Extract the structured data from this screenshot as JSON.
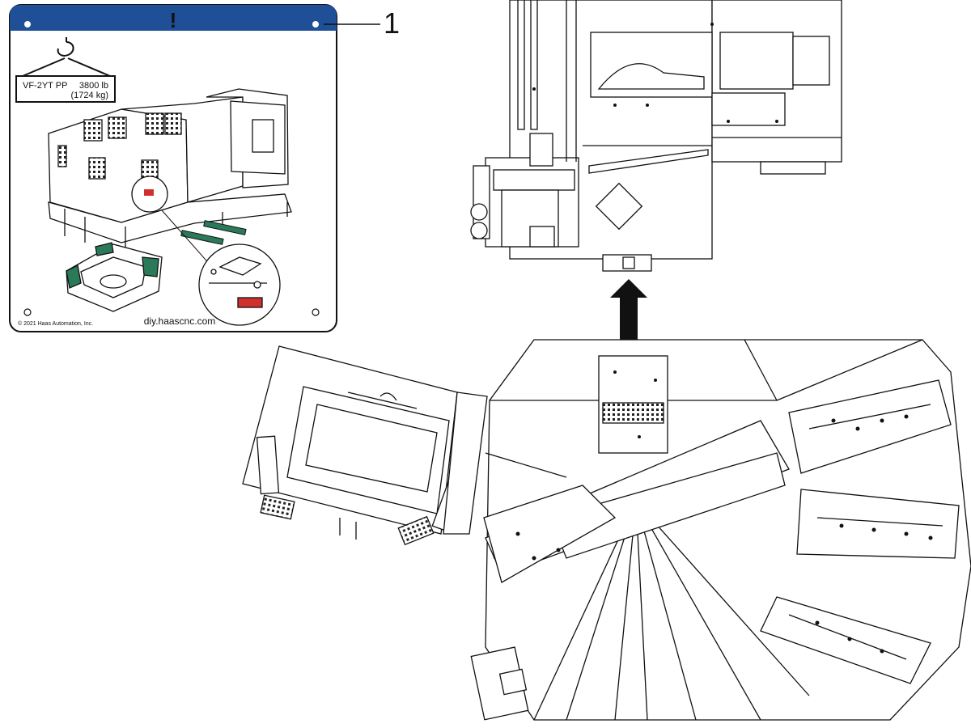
{
  "label": {
    "banner_symbol": "!",
    "weight_model": "VF-2YT PP",
    "weight_lb": "3800 lb",
    "weight_kg": "(1724 kg)",
    "copyright": "© 2021 Haas Automation, Inc.",
    "website": "diy.haascnc.com"
  },
  "callout": {
    "number": "1"
  },
  "colors": {
    "banner": "#1f4f97",
    "green_part": "#2a7a5a",
    "red_part": "#d0312d",
    "line": "#111111"
  }
}
